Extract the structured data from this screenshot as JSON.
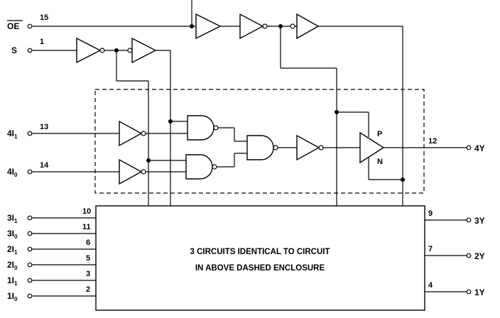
{
  "inputs": {
    "oe": {
      "name": "OE",
      "pin": "15"
    },
    "s": {
      "name": "S",
      "pin": "1"
    },
    "i41": {
      "name": "4I",
      "sub": "1",
      "pin": "13"
    },
    "i40": {
      "name": "4I",
      "sub": "0",
      "pin": "14"
    }
  },
  "output_4y": {
    "name": "4Y",
    "pin": "12"
  },
  "buffer_labels": {
    "p": "P",
    "n": "N"
  },
  "block_inputs": [
    {
      "name": "3I",
      "sub": "1",
      "pin": "10"
    },
    {
      "name": "3I",
      "sub": "0",
      "pin": "11"
    },
    {
      "name": "2I",
      "sub": "1",
      "pin": "6"
    },
    {
      "name": "2I",
      "sub": "0",
      "pin": "5"
    },
    {
      "name": "1I",
      "sub": "1",
      "pin": "3"
    },
    {
      "name": "1I",
      "sub": "0",
      "pin": "2"
    }
  ],
  "block_outputs": [
    {
      "name": "3Y",
      "pin": "9"
    },
    {
      "name": "2Y",
      "pin": "7"
    },
    {
      "name": "1Y",
      "pin": "4"
    }
  ],
  "block_text": {
    "line1": "3 CIRCUITS IDENTICAL TO CIRCUIT",
    "line2": "IN ABOVE DASHED ENCLOSURE"
  }
}
